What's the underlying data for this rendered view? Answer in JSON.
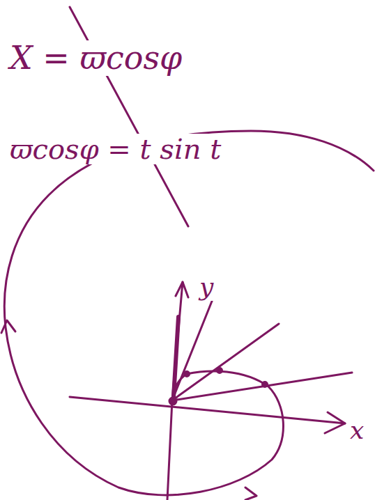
{
  "diagram": {
    "labels": [
      "X = ϖcosφ",
      "ϖcosφ = t sin t",
      "y",
      "x"
    ]
  }
}
